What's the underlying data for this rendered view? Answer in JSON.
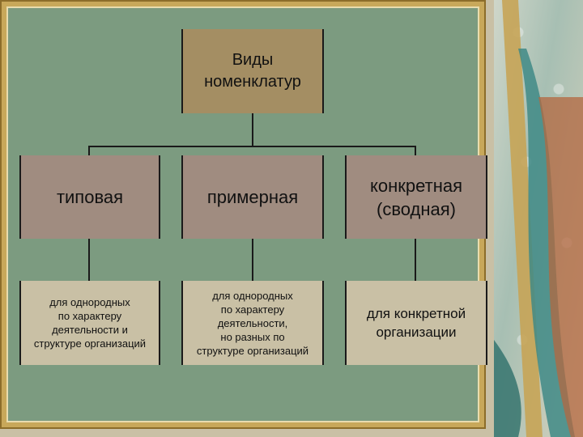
{
  "diagram": {
    "root": {
      "line1": "Виды",
      "line2": "номенклатур"
    },
    "types": [
      {
        "label": "типовая"
      },
      {
        "label": "примерная"
      },
      {
        "label": "конкретная",
        "label2": "(сводная)"
      }
    ],
    "descriptions": [
      {
        "lines": [
          "для однородных",
          "по характеру",
          "деятельности и",
          "структуре организаций"
        ]
      },
      {
        "lines": [
          "для однородных",
          "по характеру",
          "деятельности,",
          "но разных по",
          "структуре организаций"
        ]
      },
      {
        "lines": [
          "для конкретной",
          "организации"
        ]
      }
    ]
  },
  "colors": {
    "panel": "#7c9b80",
    "root_box": "#a48e63",
    "type_box": "#a08c80",
    "desc_box": "#c9c0a5"
  }
}
